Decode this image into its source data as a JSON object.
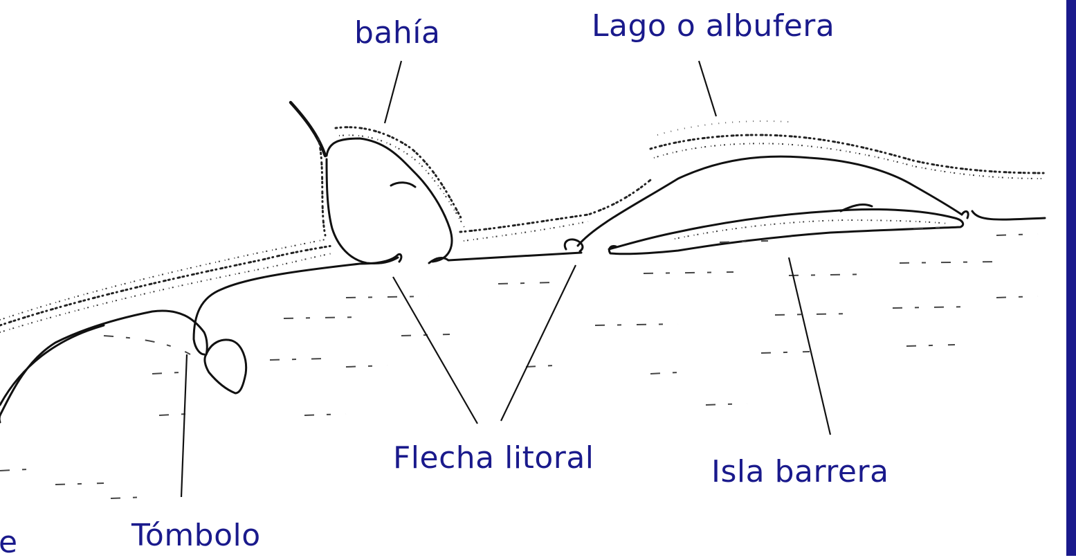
{
  "theme": {
    "label_color": "#1a1a8c",
    "frame_color": "#1a1a8c",
    "line_color": "#111111"
  },
  "labels": {
    "bahia": "bahía",
    "lago": "Lago o albufera",
    "flecha": "Flecha litoral",
    "isla": "Isla barrera",
    "tombolo": "Tómbolo",
    "left_partial": "e"
  }
}
